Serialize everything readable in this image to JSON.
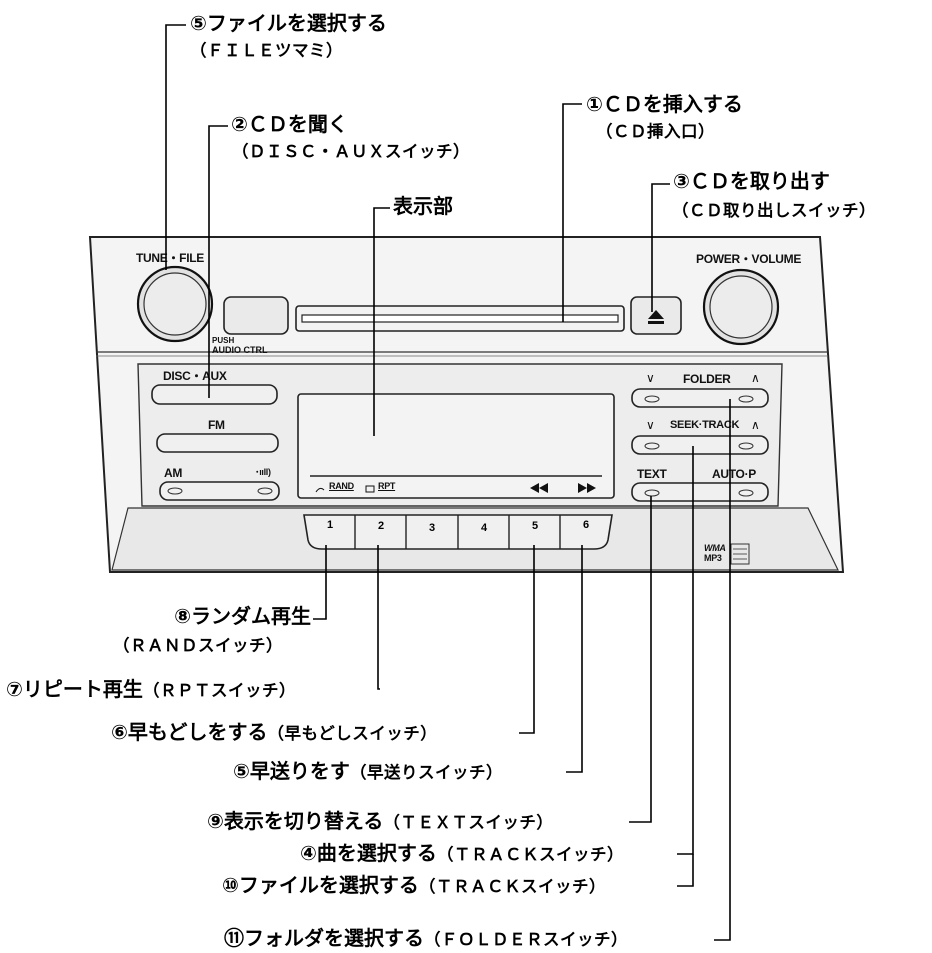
{
  "panel": {
    "tune_file": "TUNE・FILE",
    "power_volume": "POWER・VOLUME",
    "push_line1": "PUSH",
    "push_line2": "AUDIO CTRL",
    "disc_aux": "DISC・AUX",
    "fm": "FM",
    "am": "AM",
    "signal": "･ııll)",
    "display_rand": "RAND",
    "display_rpt": "RPT",
    "folder": "FOLDER",
    "seek_track": "SEEK·TRACK",
    "text": "TEXT",
    "auto_p": "AUTO·P",
    "down_mark": "∨",
    "up_mark": "∧",
    "preset_buttons": [
      "1",
      "2",
      "3",
      "4",
      "5",
      "6"
    ],
    "wma_mp3_line1": "WMA",
    "wma_mp3_line2": "MP3",
    "eject_icon": "eject-icon",
    "rewind_icon": "rewind-icon",
    "fast_forward_icon": "fast-forward-icon"
  },
  "callouts": {
    "file_knob": {
      "title": "⑤ファイルを選択する",
      "sub": "（ＦＩＬＥツマミ）"
    },
    "listen_cd": {
      "title": "②ＣＤを聞く",
      "sub": "（ＤＩＳＣ・ＡＵＸスイッチ）"
    },
    "insert_cd": {
      "title": "①ＣＤを挿入する",
      "sub": "（ＣＤ挿入口）"
    },
    "eject_cd": {
      "title": "③ＣＤを取り出す",
      "sub": "（ＣＤ取り出しスイッチ）"
    },
    "display": {
      "title": "表示部"
    },
    "random": {
      "title": "⑧ランダム再生",
      "sub": "（ＲＡＮＤスイッチ）"
    },
    "repeat": {
      "title": "⑦リピート再生",
      "sub": "（ＲＰＴスイッチ）"
    },
    "rewind": {
      "title": "⑥早もどしをする",
      "sub": "（早もどしスイッチ）"
    },
    "fast_forward": {
      "title": "⑤早送りをす",
      "sub": "（早送りスイッチ）"
    },
    "text_switch": {
      "title": "⑨表示を切り替える",
      "sub": "（ＴＥＸＴスイッチ）"
    },
    "track_song": {
      "title": "④曲を選択する",
      "sub": "（ＴＲＡＣＫスイッチ）"
    },
    "track_file": {
      "title": "⑩ファイルを選択する",
      "sub": "（ＴＲＡＣＫスイッチ）"
    },
    "folder_switch": {
      "title": "⑪フォルダを選択する",
      "sub": "（ＦＯＬＤＥＲスイッチ）"
    }
  }
}
